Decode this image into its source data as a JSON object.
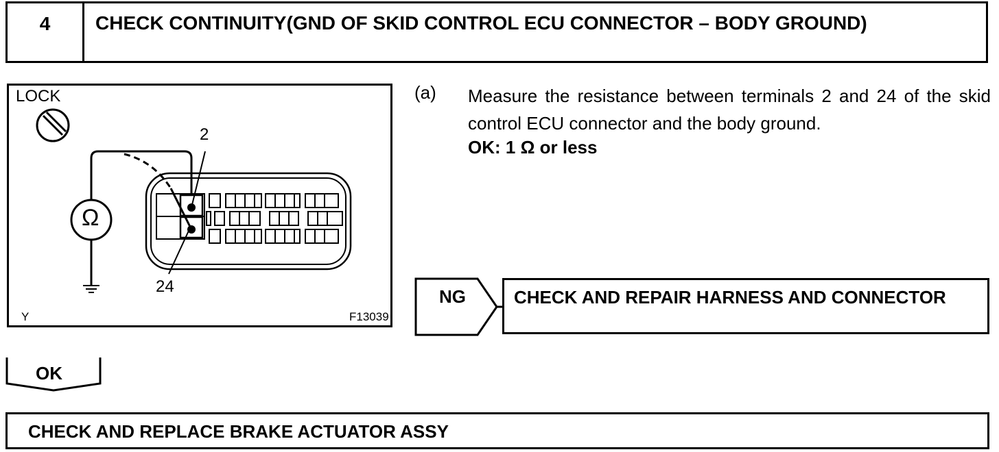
{
  "step": {
    "number": "4",
    "title": "CHECK CONTINUITY(GND OF SKID CONTROL ECU CONNECTOR – BODY GROUND)"
  },
  "diagram": {
    "lock_label": "LOCK",
    "terminal_top": "2",
    "terminal_bottom": "24",
    "ohm_symbol": "Ω",
    "corner_left": "Y",
    "figure_code": "F13039"
  },
  "instruction": {
    "marker": "(a)",
    "text": "Measure the resistance between terminals 2 and 24 of the skid control ECU connector and the body ground.",
    "spec": "OK: 1 Ω or less"
  },
  "ng": {
    "label": "NG",
    "action": "CHECK AND REPAIR HARNESS AND CONNECTOR"
  },
  "ok": {
    "label": "OK"
  },
  "final": {
    "action": "CHECK AND REPLACE BRAKE ACTUATOR ASSY"
  }
}
